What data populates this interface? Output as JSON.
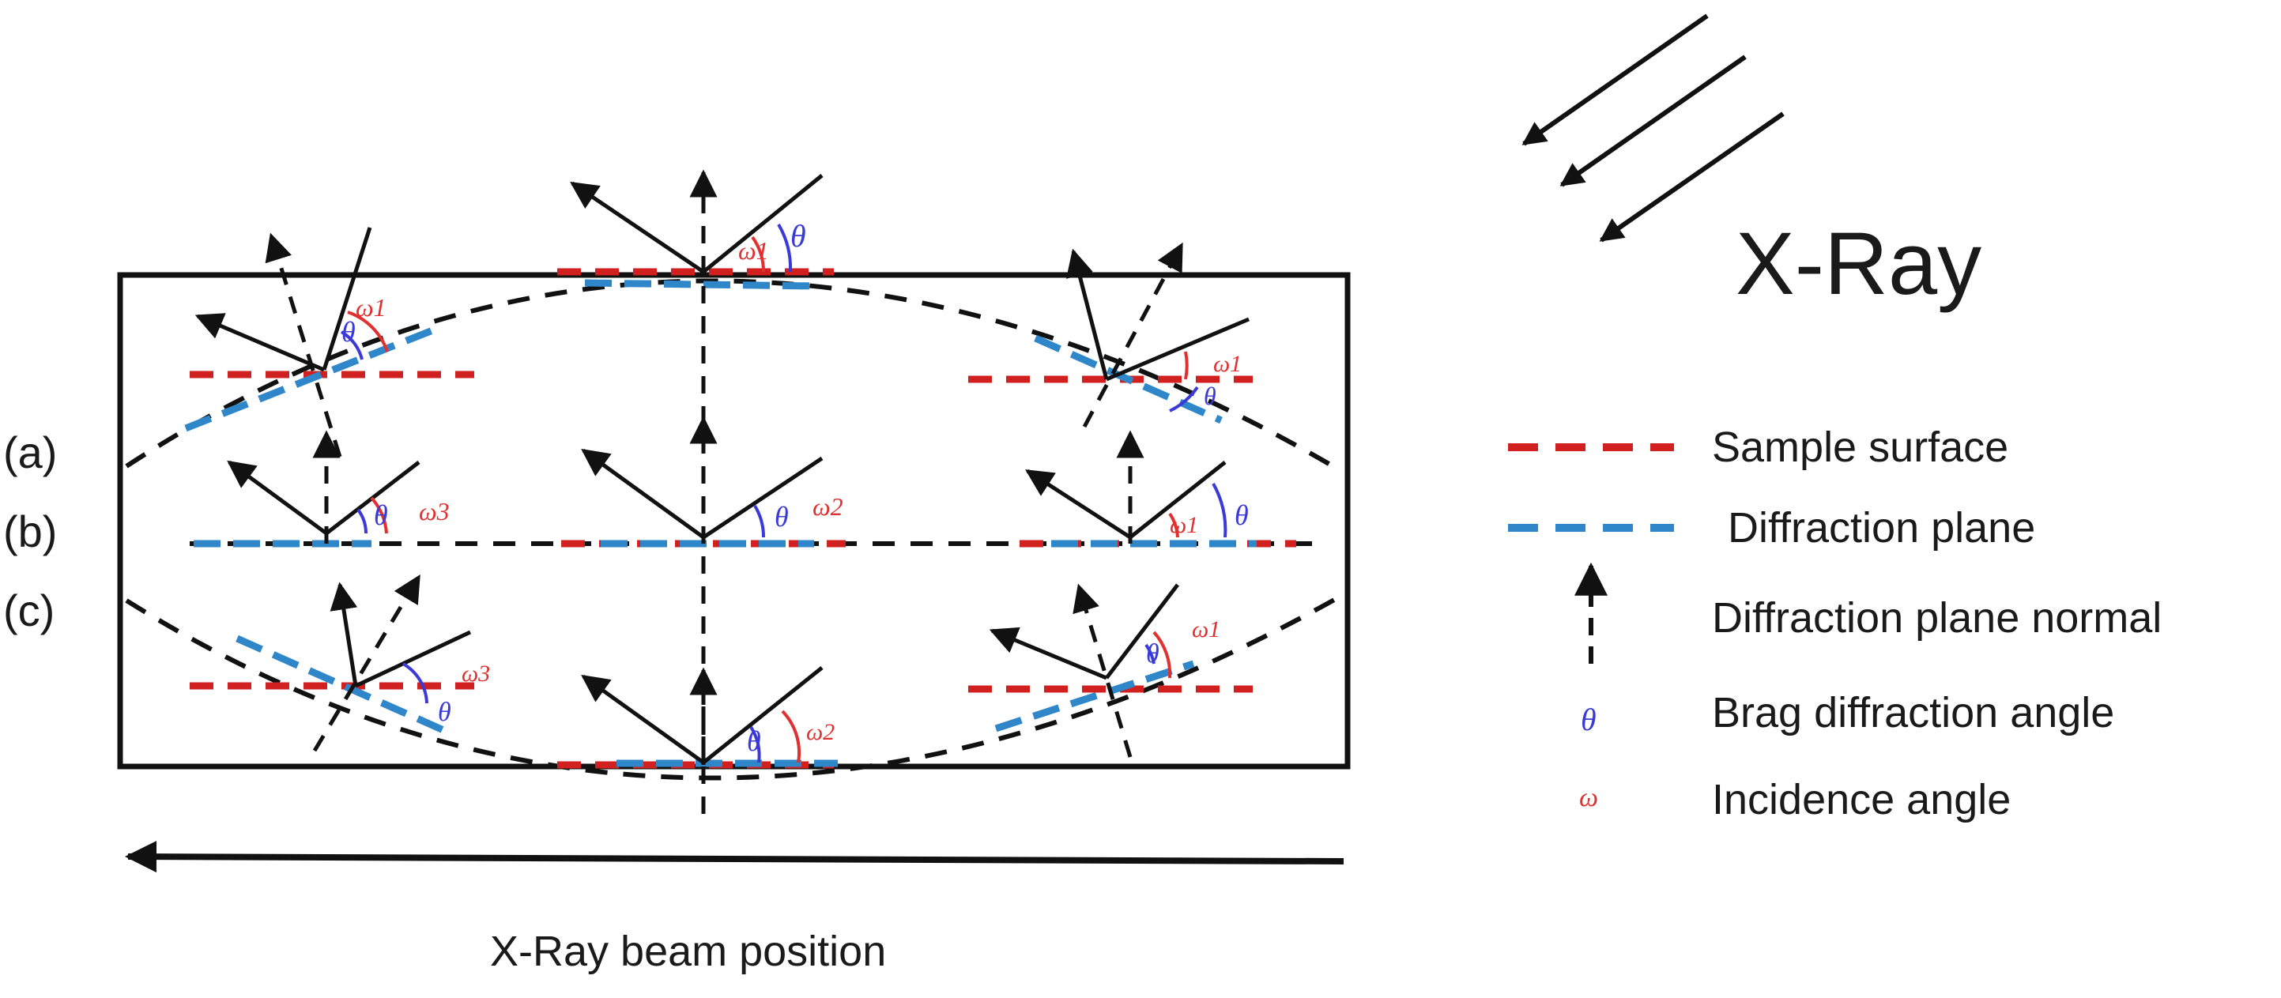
{
  "title": "X-Ray",
  "x_axis_label": "X-Ray beam position",
  "row_labels": [
    "(a)",
    "(b)",
    "(c)"
  ],
  "legend": [
    {
      "label": "Sample surface",
      "style": "dashed",
      "color": "#d02020"
    },
    {
      "label": "Diffraction plane",
      "style": "dashed",
      "color": "#2f86c8"
    },
    {
      "label": "Diffraction plane normal",
      "style": "dashed-arrow",
      "color": "#111111"
    },
    {
      "label": "Brag diffraction angle",
      "symbol": "θ",
      "color": "#3a3ad8"
    },
    {
      "label": "Incidence angle",
      "symbol": "ω",
      "color": "#e03030"
    }
  ],
  "symbols": {
    "theta": "θ",
    "omega1": "ω1",
    "omega2": "ω2",
    "omega3": "ω3"
  },
  "colors": {
    "surface": "#d02020",
    "plane": "#2f86c8",
    "theta": "#3a3ad8",
    "omega": "#e03030",
    "line": "#111111"
  }
}
